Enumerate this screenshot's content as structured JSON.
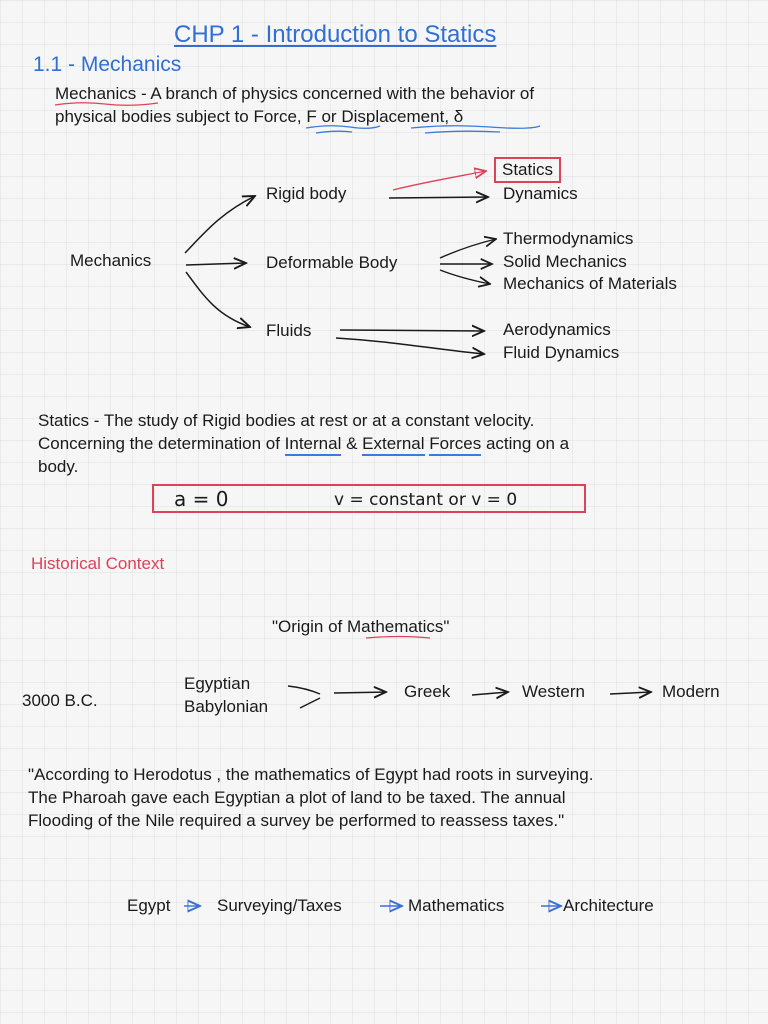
{
  "header": {
    "chapter_title": "CHP 1 - Introduction to Statics",
    "section_title": "1.1 - Mechanics"
  },
  "definition": {
    "term": "Mechanics",
    "line1_rest": " - A branch of physics concerned with the behavior of",
    "line2_start": "physical bodies subject to ",
    "force": "Force, F",
    "or": " or ",
    "displacement": "Displacement",
    "delta": ", δ"
  },
  "tree": {
    "root": "Mechanics",
    "rigid_body": "Rigid body",
    "deformable_body": "Deformable Body",
    "fluids": "Fluids",
    "statics": "Statics",
    "dynamics": "Dynamics",
    "thermodynamics": "Thermodynamics",
    "solid_mechanics": "Solid Mechanics",
    "mechanics_of_materials": "Mechanics of Materials",
    "aerodynamics": "Aerodynamics",
    "fluid_dynamics": "Fluid Dynamics"
  },
  "statics_def": {
    "line1": "Statics - The study of Rigid bodies at rest or at a constant velocity.",
    "line2_start": "Concerning the determination of ",
    "internal": "Internal",
    "amp": " & ",
    "external": "External",
    "space": " ",
    "forces": "Forces",
    "line2_end": " acting on a",
    "line3": "body."
  },
  "equation": {
    "left": "a = 0",
    "right": "v = constant  or  v = 0"
  },
  "historical": {
    "heading": "Historical Context",
    "origin": "\"Origin of Mathematics\"",
    "year": "3000 B.C.",
    "egyptian": "Egyptian",
    "babylonian": "Babylonian",
    "greek": "Greek",
    "western": "Western",
    "modern": "Modern"
  },
  "quote": {
    "line1": "\"According to Herodotus , the  mathematics of Egypt had roots in surveying.",
    "line2": "The Pharoah gave each Egyptian a plot of land to be taxed. The annual",
    "line3": "Flooding of the Nile required a survey be performed to reassess taxes.\""
  },
  "chain": {
    "egypt": "Egypt",
    "surveying": "Surveying/Taxes",
    "mathematics": "Mathematics",
    "architecture": "Architecture"
  },
  "colors": {
    "accent_blue": "#2f6fd6",
    "accent_red": "#e0415a",
    "ink": "#1a1a1a"
  }
}
